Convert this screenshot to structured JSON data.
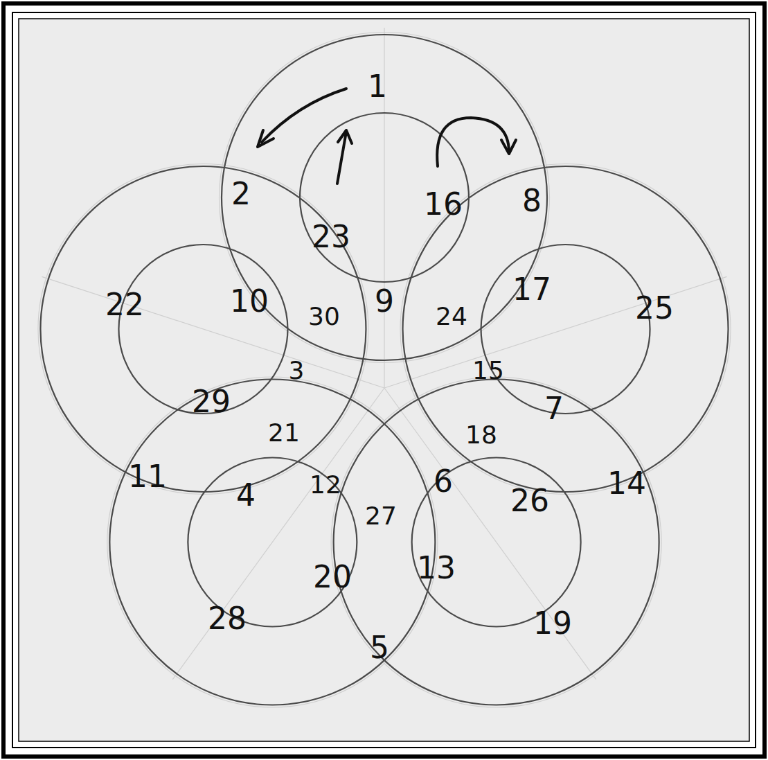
{
  "diagram": {
    "labels": [
      "1",
      "2",
      "23",
      "16",
      "8",
      "10",
      "30",
      "9",
      "24",
      "17",
      "22",
      "25",
      "3",
      "15",
      "29",
      "7",
      "21",
      "18",
      "6",
      "12",
      "11",
      "4",
      "14",
      "26",
      "27",
      "13",
      "20",
      "28",
      "19",
      "5"
    ]
  }
}
